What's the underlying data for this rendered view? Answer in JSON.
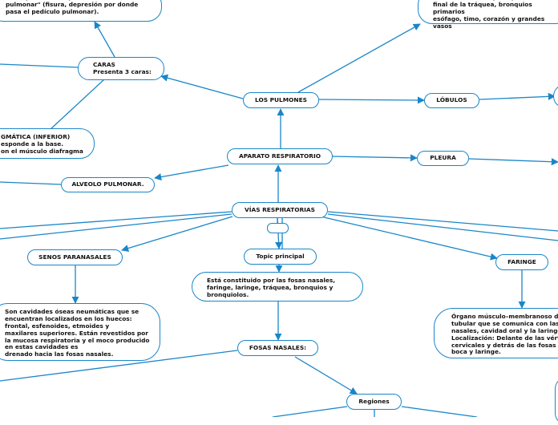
{
  "diagram": {
    "title": "LOS PULMONES",
    "nodes": {
      "hilio": "En su parte media presenta al \"hilio\npulmonar\" (fisura, depresión por donde\npasa el pedículo pulmonar).",
      "mediastino": "\"mediastino\" (ocupado por extremo\nfinal de la tráquea, bronquios primarios\nesófago, timo, corazón y grandes vasos",
      "caras": "CARAS\nPresenta 3 caras:",
      "los_pulmones": "LOS PULMONES",
      "lobulos": "LÓBULOS",
      "diafragmatica": "GMÁTICA (INFERIOR)\nesponde a la base.\non el músculo diafragma",
      "aparato_respiratorio": "APARATO RESPIRATORIO",
      "pleura": "PLEURA",
      "alveolo": "ALVEOLO PULMONAR.",
      "vias_respiratorias": "VÍAS RESPIRATORIAS",
      "empty_node": "",
      "senos_paranasales": "SENOS PARANASALES",
      "topic_principal": "Topic principal",
      "faringe": "FARINGE",
      "constituido": "Está constituido por las fosas nasales,\nfaringe, laringe, tráquea, bronquios y\nbronquiolos.",
      "senos_desc": "Son cavidades óseas neumáticas que se\nencuentran localizados en los huecos:\nfrontal, esfenoides, etmoides y\nmaxilares superiores. Están revestidos por\nla mucosa respiratoria y el moco producido\nen estas cavidades es\ndrenado hacia las fosas nasales.",
      "faringe_desc": "Órgano músculo–membranoso de\ntubular que se comunica con las f\nnasales, cavidad oral y la laringe.\nLocalización: Delante de las vérte\ncervicales y detrás de las fosas na\nboca y laringe.",
      "fosas_nasales": "FOSAS NASALES:",
      "regiones": "Regiones"
    },
    "colors": {
      "border": "#1a86c8",
      "edge": "#1a86c8",
      "text": "#111111"
    }
  }
}
